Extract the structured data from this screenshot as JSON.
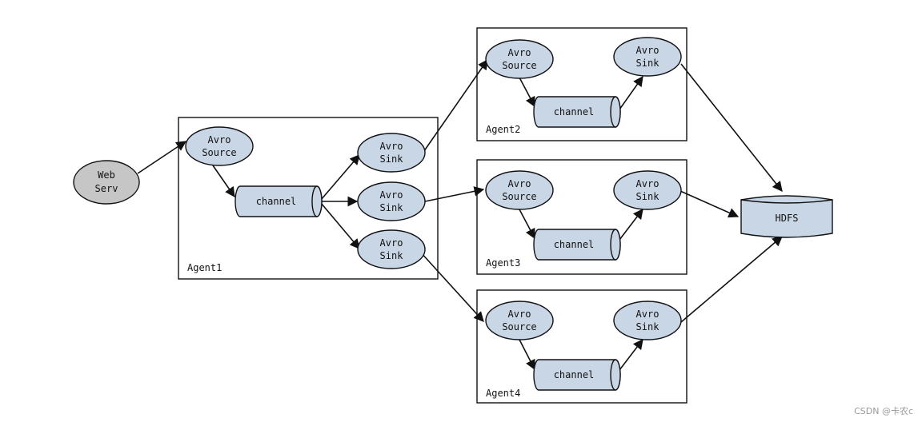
{
  "web": {
    "line1": "Web",
    "line2": "Serv"
  },
  "agents": [
    {
      "label": "Agent1",
      "source1": "Avro",
      "source2": "Source",
      "channel": "channel",
      "sinks": [
        {
          "l1": "Avro",
          "l2": "Sink"
        },
        {
          "l1": "Avro",
          "l2": "Sink"
        },
        {
          "l1": "Avro",
          "l2": "Sink"
        }
      ]
    },
    {
      "label": "Agent2",
      "source1": "Avro",
      "source2": "Source",
      "channel": "channel",
      "sink1": "Avro",
      "sink2": "Sink"
    },
    {
      "label": "Agent3",
      "source1": "Avro",
      "source2": "Source",
      "channel": "channel",
      "sink1": "Avro",
      "sink2": "Sink"
    },
    {
      "label": "Agent4",
      "source1": "Avro",
      "source2": "Source",
      "channel": "channel",
      "sink1": "Avro",
      "sink2": "Sink"
    }
  ],
  "hdfs": "HDFS",
  "watermark": "CSDN @卡农c",
  "colors": {
    "node_fill": "#c9d6e6",
    "web_fill": "#c6c6c6",
    "stroke": "#111111"
  }
}
